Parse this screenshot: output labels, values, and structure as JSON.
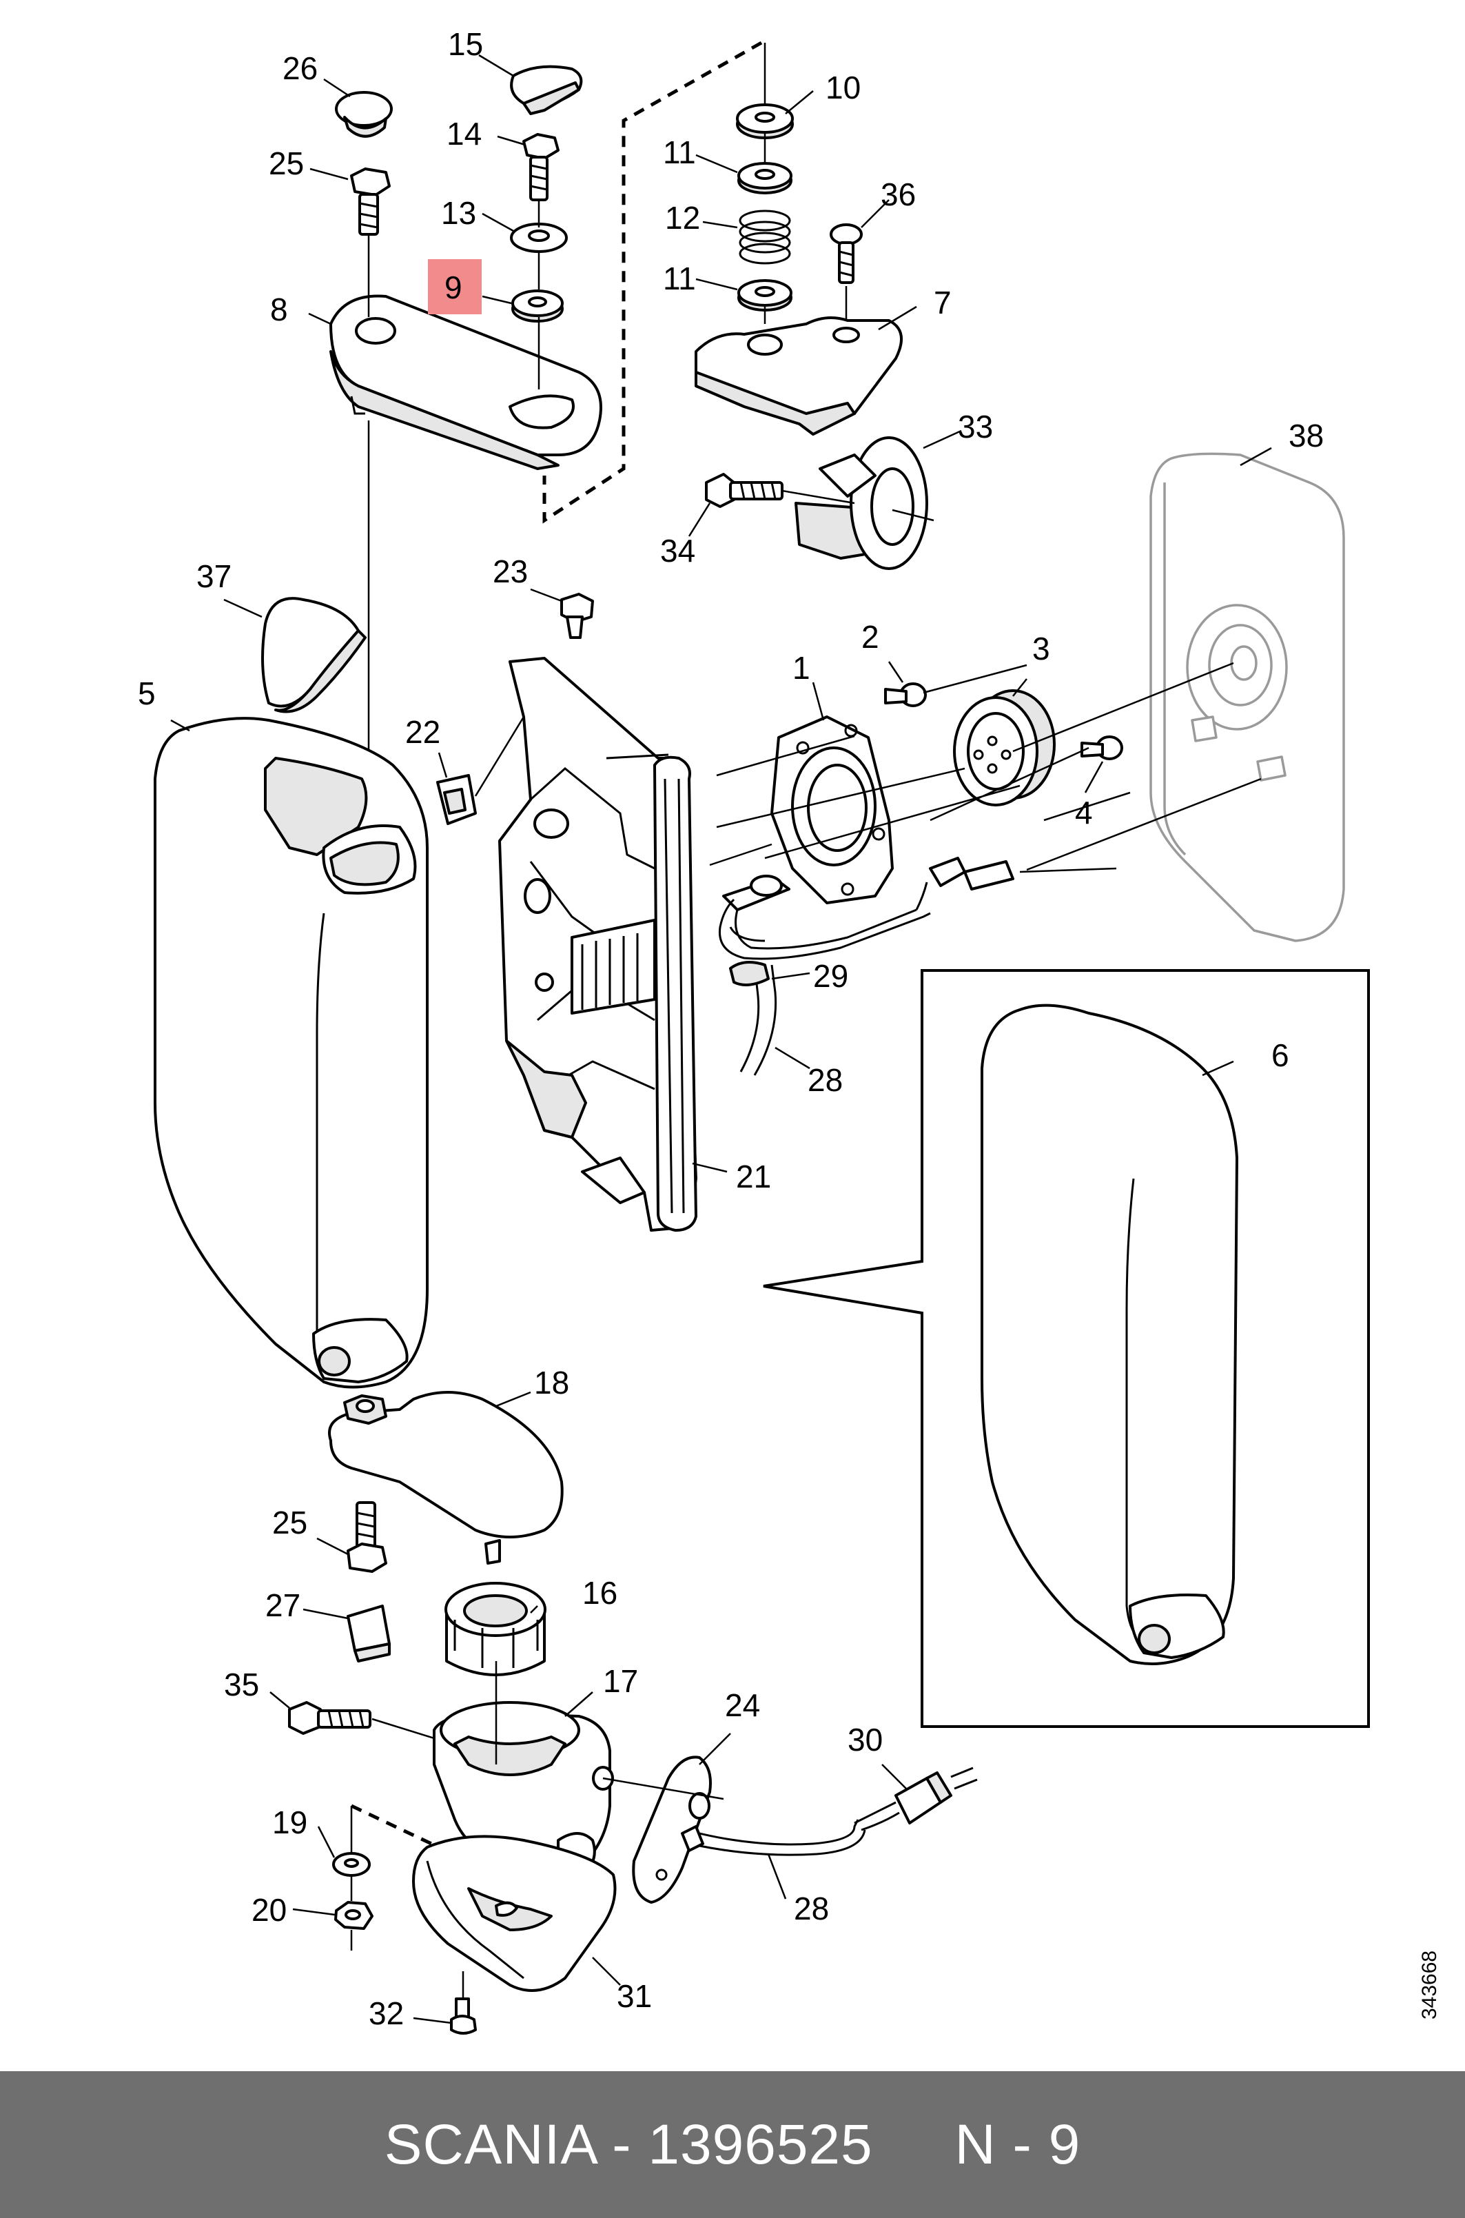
{
  "diagram": {
    "highlighted_part": "9",
    "document_number": "343668",
    "callouts": [
      {
        "id": "c26",
        "label": "26"
      },
      {
        "id": "c15",
        "label": "15"
      },
      {
        "id": "c10",
        "label": "10"
      },
      {
        "id": "c25a",
        "label": "25"
      },
      {
        "id": "c14",
        "label": "14"
      },
      {
        "id": "c11a",
        "label": "11"
      },
      {
        "id": "c36",
        "label": "36"
      },
      {
        "id": "c13",
        "label": "13"
      },
      {
        "id": "c12",
        "label": "12"
      },
      {
        "id": "c8",
        "label": "8"
      },
      {
        "id": "c9",
        "label": "9"
      },
      {
        "id": "c11b",
        "label": "11"
      },
      {
        "id": "c7",
        "label": "7"
      },
      {
        "id": "c33",
        "label": "33"
      },
      {
        "id": "c38",
        "label": "38"
      },
      {
        "id": "c34",
        "label": "34"
      },
      {
        "id": "c37",
        "label": "37"
      },
      {
        "id": "c23",
        "label": "23"
      },
      {
        "id": "c2",
        "label": "2"
      },
      {
        "id": "c1",
        "label": "1"
      },
      {
        "id": "c3",
        "label": "3"
      },
      {
        "id": "c5",
        "label": "5"
      },
      {
        "id": "c22",
        "label": "22"
      },
      {
        "id": "c4",
        "label": "4"
      },
      {
        "id": "c29",
        "label": "29"
      },
      {
        "id": "c6",
        "label": "6"
      },
      {
        "id": "c28a",
        "label": "28"
      },
      {
        "id": "c21",
        "label": "21"
      },
      {
        "id": "c18",
        "label": "18"
      },
      {
        "id": "c25b",
        "label": "25"
      },
      {
        "id": "c16",
        "label": "16"
      },
      {
        "id": "c27",
        "label": "27"
      },
      {
        "id": "c35",
        "label": "35"
      },
      {
        "id": "c17",
        "label": "17"
      },
      {
        "id": "c24",
        "label": "24"
      },
      {
        "id": "c30",
        "label": "30"
      },
      {
        "id": "c19",
        "label": "19"
      },
      {
        "id": "c20",
        "label": "20"
      },
      {
        "id": "c28b",
        "label": "28"
      },
      {
        "id": "c31",
        "label": "31"
      },
      {
        "id": "c32",
        "label": "32"
      }
    ]
  },
  "footer": {
    "text": "SCANIA - 1396525     N - 9"
  },
  "colors": {
    "footer_bg": "#6f6f6f",
    "highlight": "#f28b8b",
    "line": "#000000"
  }
}
